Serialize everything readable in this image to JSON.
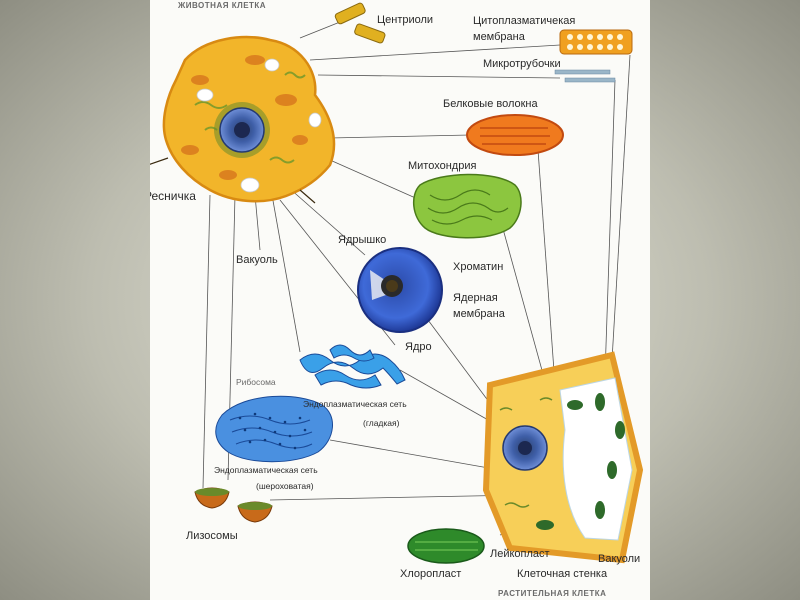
{
  "slide": {
    "animal_cell_title": "ЖИВОТНАЯ КЛЕТКА",
    "plant_cell_title": "РАСТИТЕЛЬНАЯ КЛЕТКА"
  },
  "labels": {
    "centrioles": "Центриоли",
    "cytoplasmic_membrane_1": "Цитоплазматичекая",
    "cytoplasmic_membrane_2": "мембрана",
    "microtubules": "Микротрубочки",
    "protein_fibers": "Белковые волокна",
    "mitochondria": "Митохондрия",
    "cilium": "Ресничка",
    "vacuole": "Вакуоль",
    "nucleolus": "Ядрышко",
    "chromatin": "Хроматин",
    "nuclear_membrane_1": "Ядерная",
    "nuclear_membrane_2": "мембрана",
    "nucleus": "Ядро",
    "ribosome": "Рибосома",
    "smooth_er_1": "Эндоплазматическая сеть",
    "smooth_er_2": "(гладкая)",
    "rough_er_1": "Эндоплазматическая сеть",
    "rough_er_2": "(шероховатая)",
    "lysosomes": "Лизосомы",
    "leucoplast": "Лейкопласт",
    "vacuoles": "Вакуоли",
    "chloroplast": "Хлоропласт",
    "cell_wall": "Клеточная стенка"
  }
}
